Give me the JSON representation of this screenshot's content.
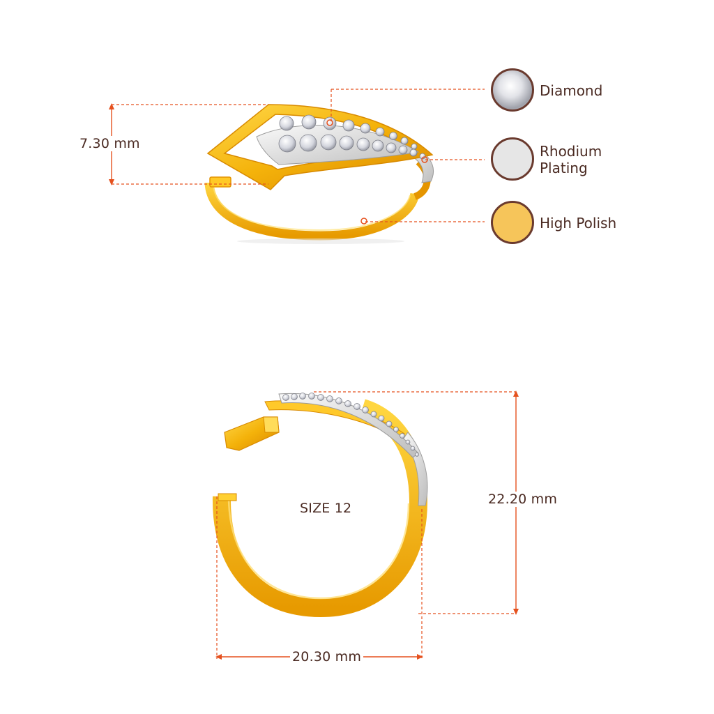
{
  "dimensions": {
    "height_top": "7.30 mm",
    "height_side": "22.20 mm",
    "width_side": "20.30 mm",
    "size": "SIZE 12"
  },
  "legend": {
    "items": [
      {
        "label": "Diamond",
        "color": "#d9d9d9",
        "icon": "diamond-swatch"
      },
      {
        "label": "Rhodium Plating",
        "line1": "Rhodium",
        "line2": "Plating",
        "color": "#e4e4e4",
        "icon": "rhodium-swatch"
      },
      {
        "label": "High Polish",
        "color": "#f6c55a",
        "icon": "high-polish-swatch"
      }
    ]
  },
  "colors": {
    "accent": "#e5511e",
    "text": "#4a2a22",
    "gold": "#f2b40c",
    "gold_dark": "#d88a00",
    "swatch_border": "#6a3a2e"
  }
}
